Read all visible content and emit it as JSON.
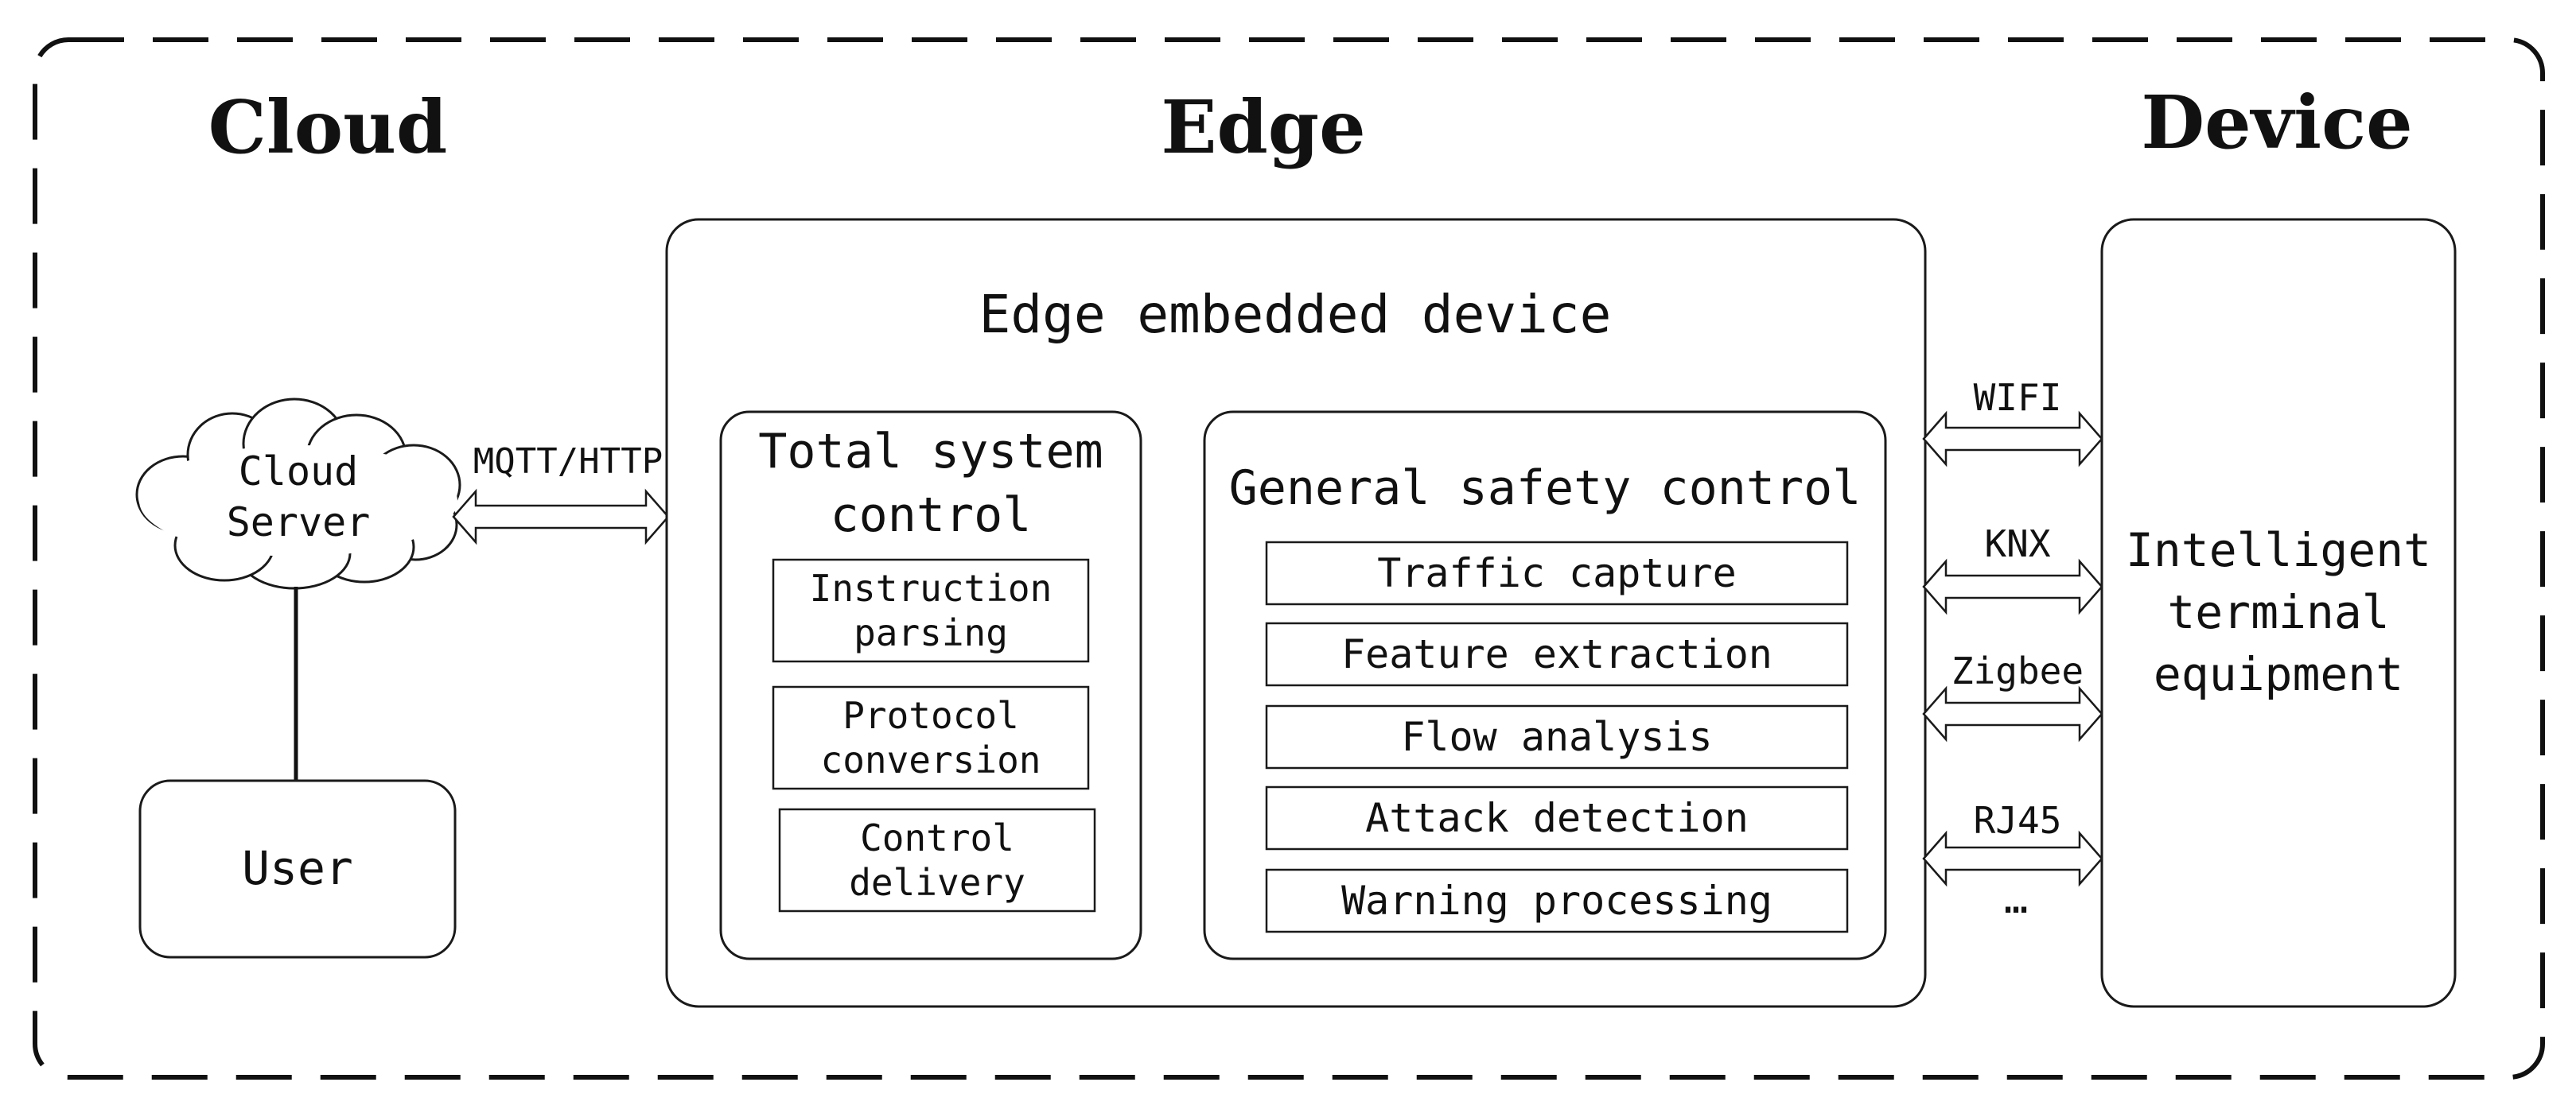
{
  "zones": {
    "cloud": "Cloud",
    "edge": "Edge",
    "device": "Device"
  },
  "cloud": {
    "server_line1": "Cloud",
    "server_line2": "Server",
    "user": "User",
    "protocol": "MQTT/HTTP"
  },
  "edge": {
    "title": "Edge embedded device",
    "total_control": {
      "title_line1": "Total system",
      "title_line2": "control",
      "items": [
        {
          "line1": "Instruction",
          "line2": "parsing"
        },
        {
          "line1": "Protocol",
          "line2": "conversion"
        },
        {
          "line1": "Control",
          "line2": "delivery"
        }
      ]
    },
    "safety_control": {
      "title": "General safety control",
      "items": [
        "Traffic capture",
        "Feature extraction",
        "Flow analysis",
        "Attack detection",
        "Warning processing"
      ]
    }
  },
  "links": [
    "WIFI",
    "KNX",
    "Zigbee",
    "RJ45"
  ],
  "links_more": "…",
  "device": {
    "line1": "Intelligent",
    "line2": "terminal",
    "line3": "equipment"
  }
}
